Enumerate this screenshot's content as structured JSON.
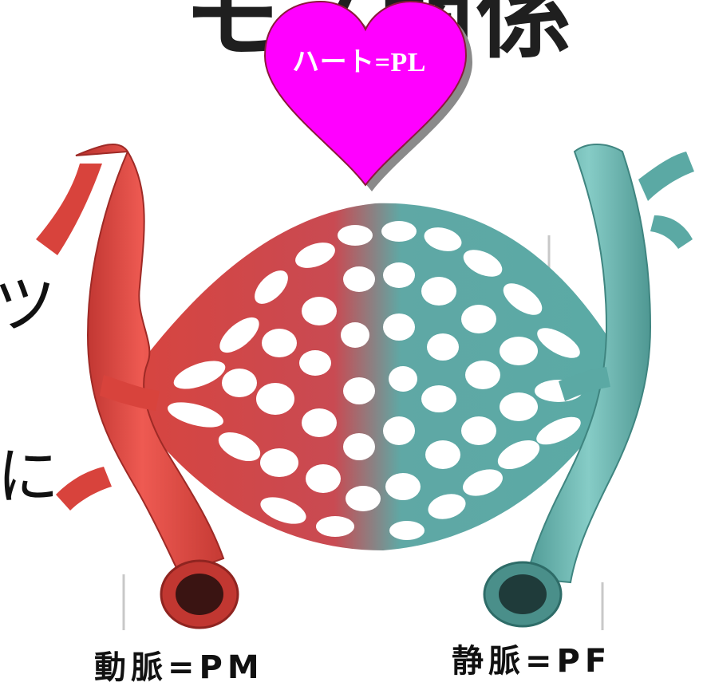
{
  "heart": {
    "label": "ハート=PL",
    "fill": "#ff00ff",
    "outline": "#8b1a3a",
    "shadow": "#8a8a8a"
  },
  "artery": {
    "caption": "動脈=PM",
    "color": "#e0463f"
  },
  "vein": {
    "caption": "静脈=PF",
    "color": "#6cbcb5"
  },
  "icons": [
    "heart-icon",
    "artery-vessel-icon",
    "vein-vessel-icon",
    "capillary-network-icon"
  ]
}
